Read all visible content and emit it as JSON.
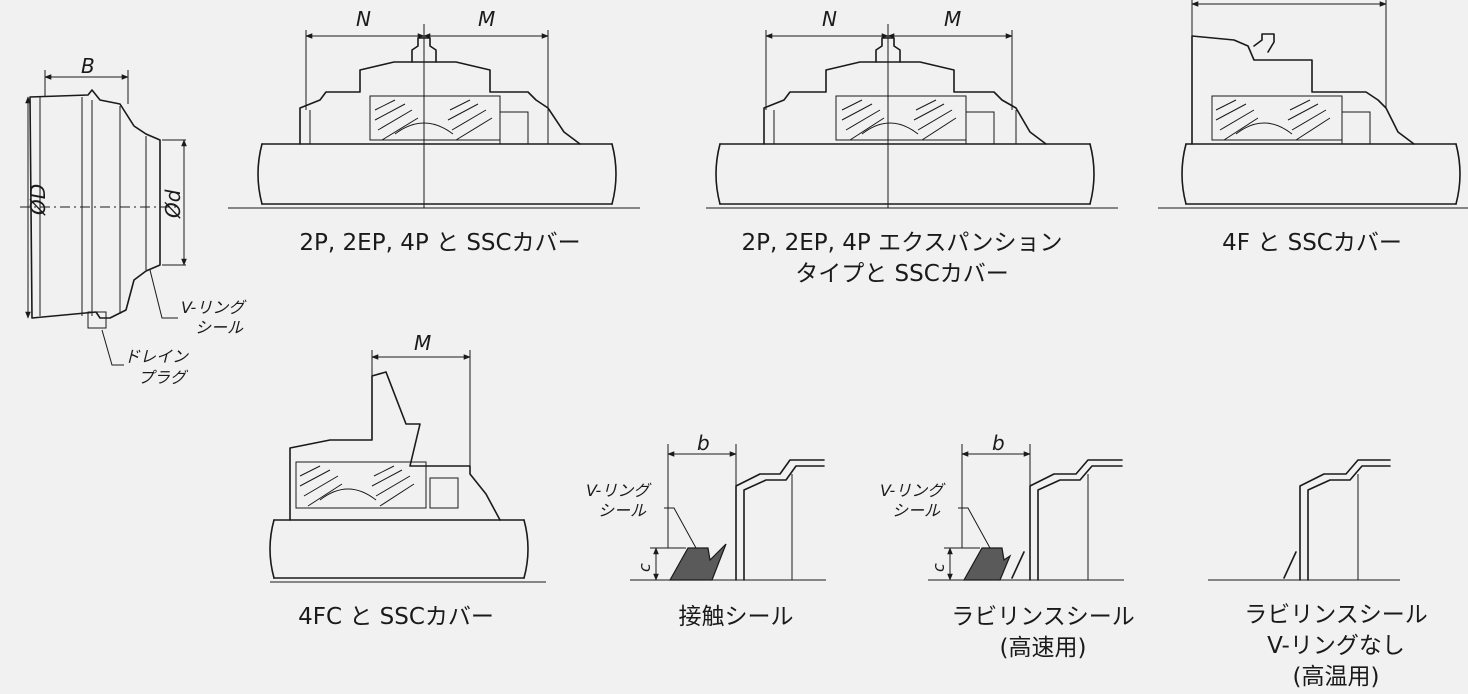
{
  "diagram": {
    "dimensions": {
      "B": "B",
      "phi_D": "ØD",
      "phi_d": "Ød",
      "N": "N",
      "M": "M",
      "b": "b",
      "c": "c"
    },
    "callouts": {
      "v_ring_seal_line1": "V-リング",
      "v_ring_seal_line2": "シール",
      "drain_plug_line1": "ドレイン",
      "drain_plug_line2": "プラグ"
    },
    "captions": {
      "ssc_2p": "2P, 2EP, 4P と SSCカバー",
      "ssc_2p_expansion_line1": "2P, 2EP, 4P エクスパンション",
      "ssc_2p_expansion_line2": "タイプと SSCカバー",
      "ssc_4f": "4F と SSCカバー",
      "ssc_4fc": "4FC と SSCカバー",
      "contact_seal": "接触シール",
      "labyrinth_high_speed_line1": "ラビリンスシール",
      "labyrinth_high_speed_line2": "(高速用)",
      "labyrinth_no_vring_line1": "ラビリンスシール",
      "labyrinth_no_vring_line2": "V-リングなし",
      "labyrinth_no_vring_line3": "(高温用)"
    }
  }
}
